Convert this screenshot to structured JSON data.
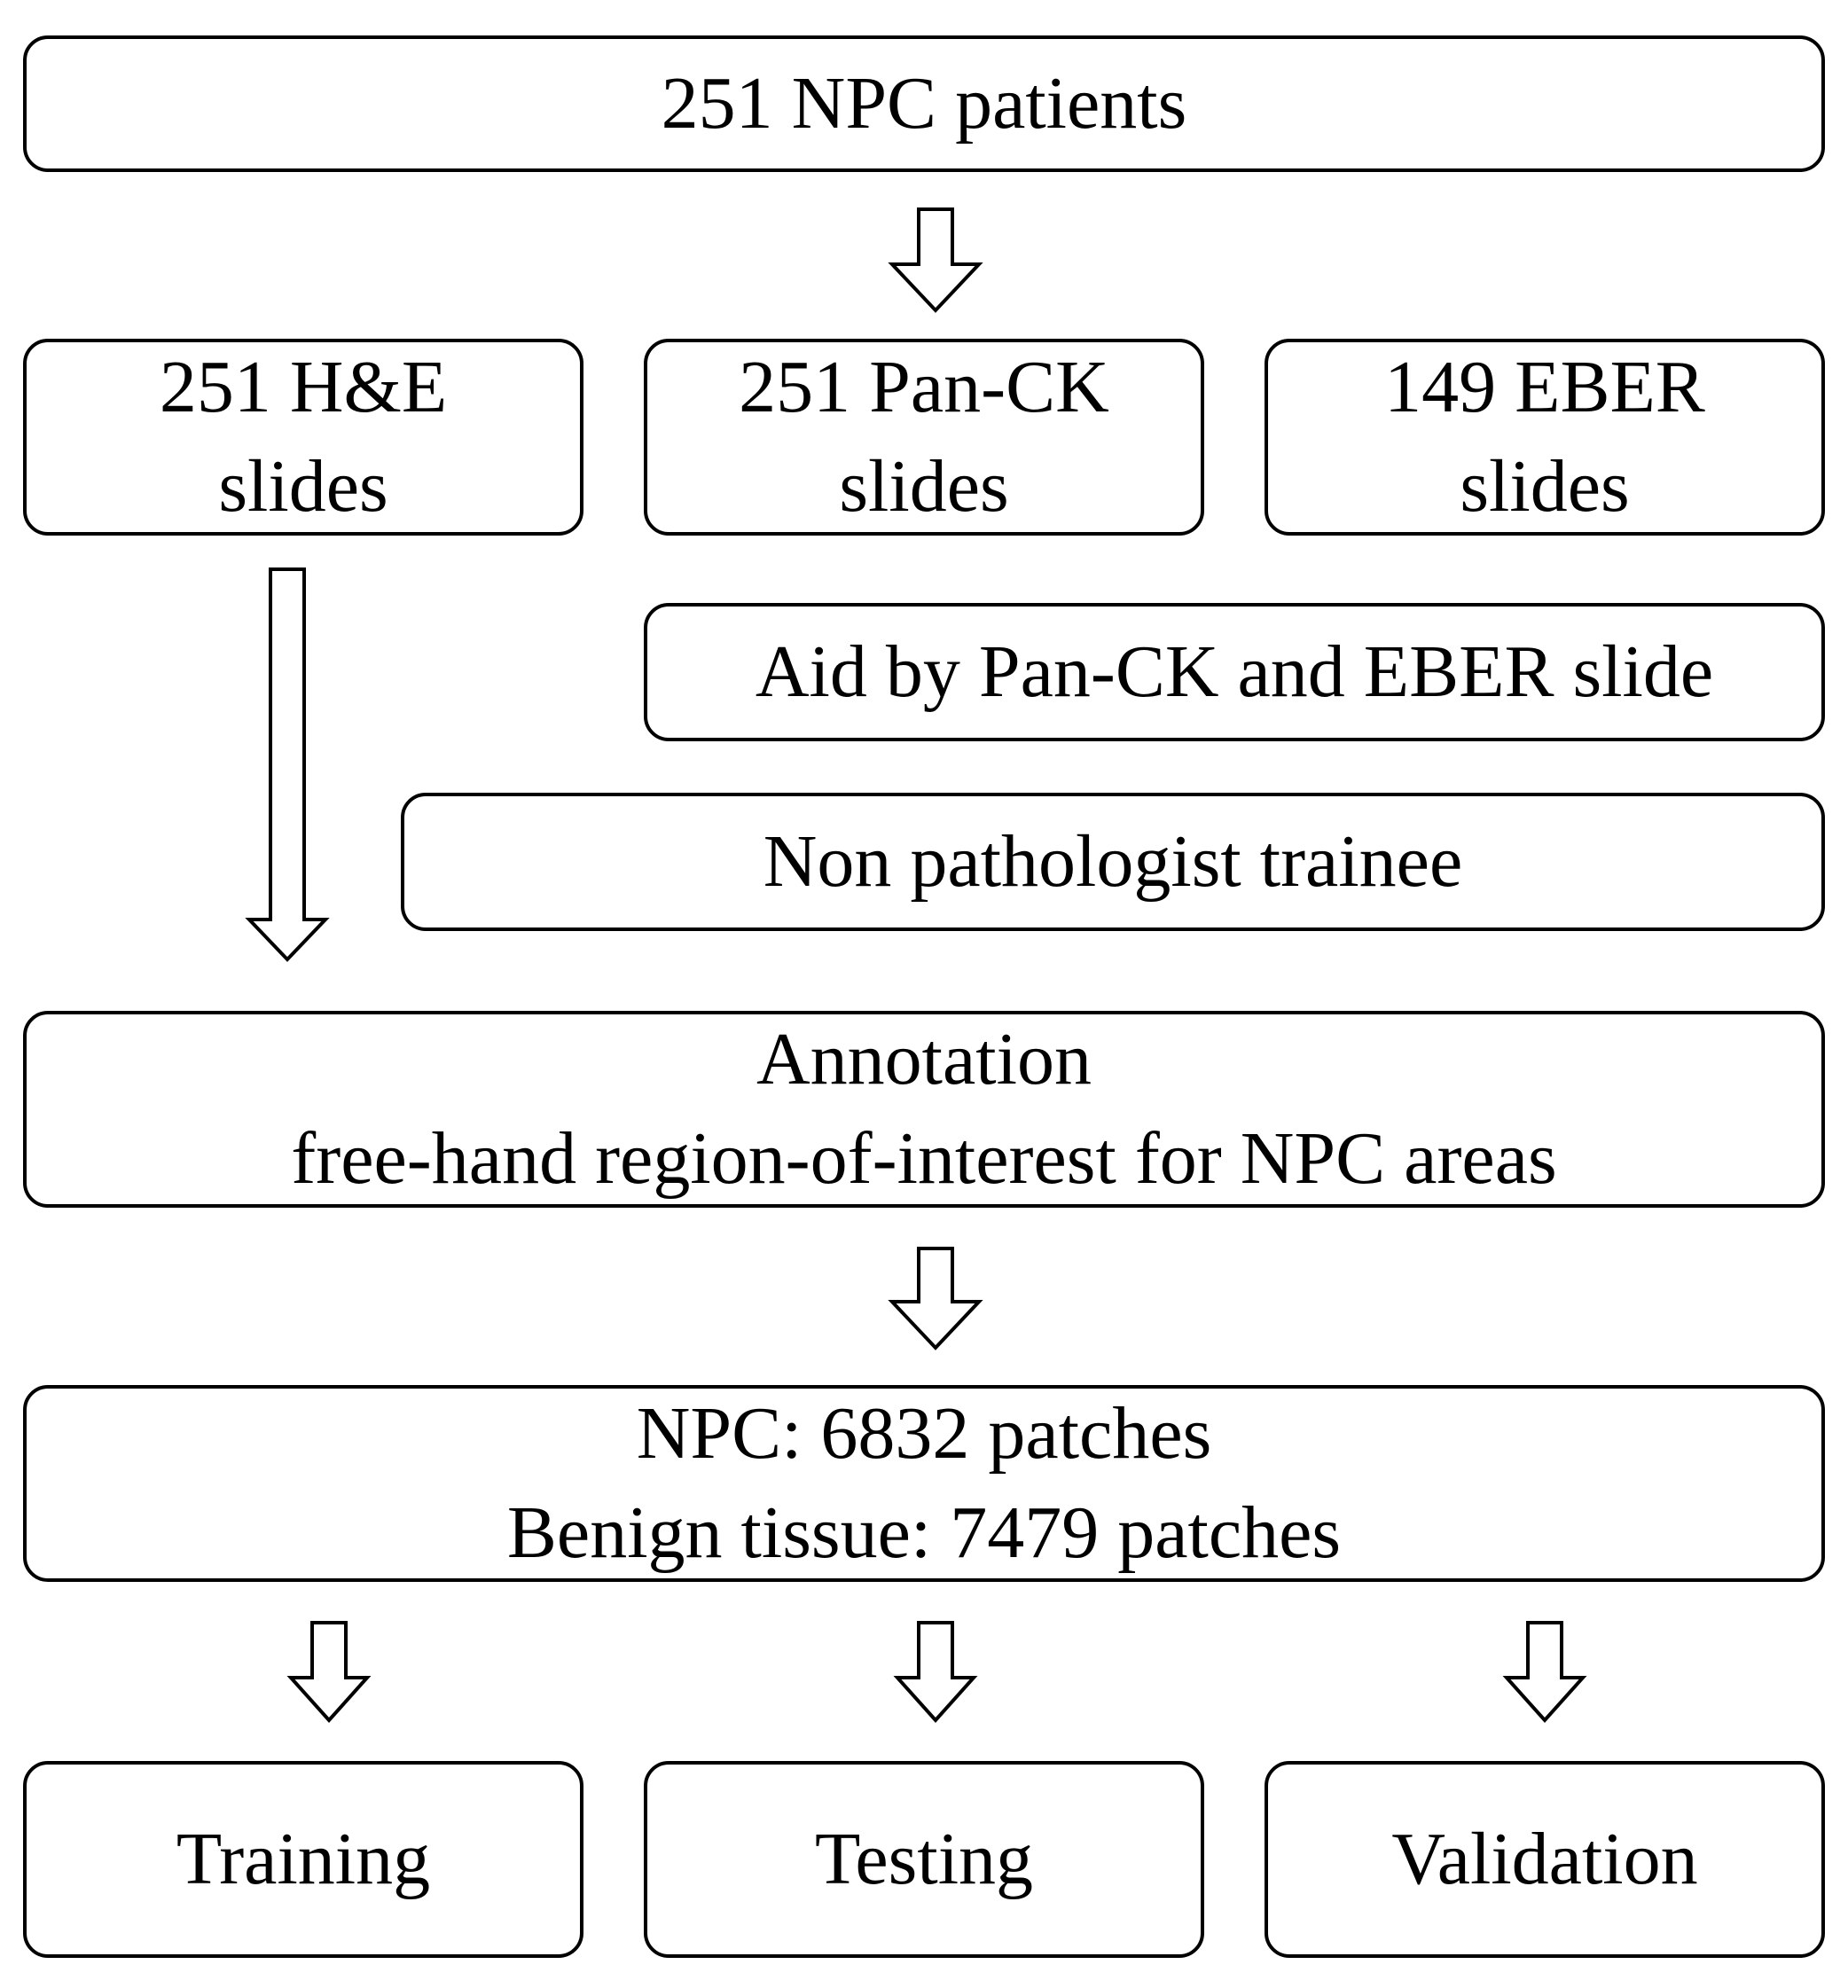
{
  "top": {
    "label": "251 NPC patients"
  },
  "slides": [
    {
      "line1": "251 H&E",
      "line2": "slides"
    },
    {
      "line1": "251 Pan-CK",
      "line2": "slides"
    },
    {
      "line1": "149 EBER",
      "line2": "slides"
    }
  ],
  "aid": {
    "label": "Aid by Pan-CK and EBER slide"
  },
  "trainee": {
    "label": "Non pathologist trainee"
  },
  "annotation": {
    "line1": "Annotation",
    "line2": "free-hand region-of-interest for NPC areas"
  },
  "patches": {
    "line1": "NPC: 6832 patches",
    "line2": "Benign tissue: 7479 patches"
  },
  "splits": [
    {
      "label": "Training"
    },
    {
      "label": "Testing"
    },
    {
      "label": "Validation"
    }
  ]
}
